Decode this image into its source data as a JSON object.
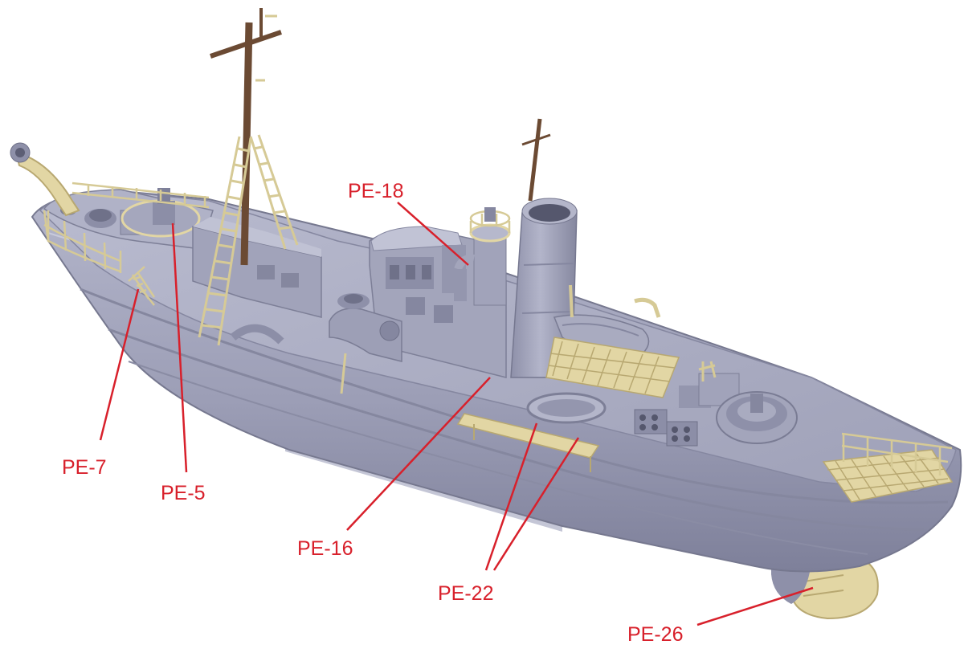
{
  "colors": {
    "background": "#ffffff",
    "hull": "#9ea0b8",
    "hull_shadow": "#7c7e98",
    "hull_light": "#c3c5d6",
    "photo_etch": "#e2d6a4",
    "photo_etch_dark": "#b8a871",
    "mast_wood": "#6b4a33",
    "callout": "#d8202b"
  },
  "icons": [
    "ship-model-render",
    "photo-etch-part",
    "leader-line"
  ],
  "callouts": [
    {
      "id": "pe-18",
      "text": "PE-18"
    },
    {
      "id": "pe-7",
      "text": "PE-7"
    },
    {
      "id": "pe-5",
      "text": "PE-5"
    },
    {
      "id": "pe-16",
      "text": "PE-16"
    },
    {
      "id": "pe-22",
      "text": "PE-22"
    },
    {
      "id": "pe-26",
      "text": "PE-26"
    }
  ]
}
